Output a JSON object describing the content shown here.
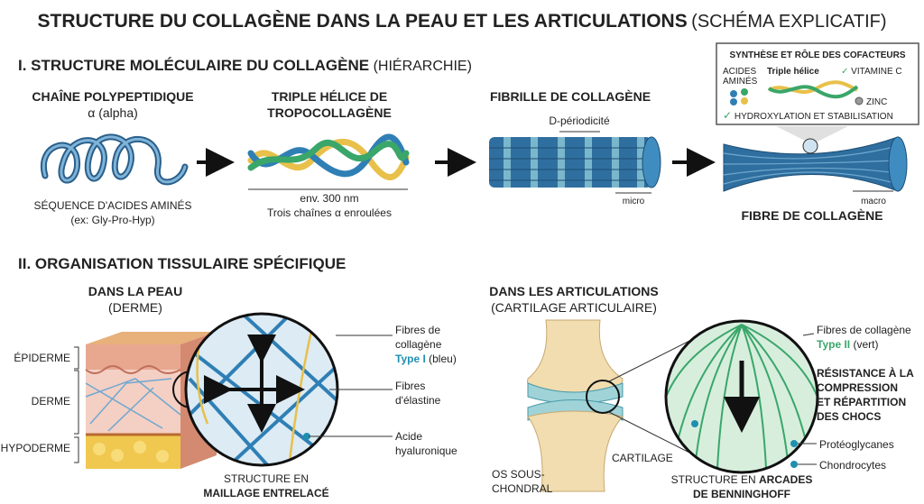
{
  "title": {
    "main": "STRUCTURE DU COLLAGÈNE DANS LA PEAU ET LES ARTICULATIONS",
    "suffix": "(SCHÉMA EXPLICATIF)"
  },
  "section1": {
    "heading": "I. STRUCTURE MOLÉCULAIRE DU COLLAGÈNE",
    "heading_suffix": "(HIÉRARCHIE)",
    "chain": {
      "title1": "CHAÎNE POLYPEPTIDIQUE",
      "title2": "α (alpha)",
      "caption1": "SÉQUENCE D'ACIDES AMINÉS",
      "caption2": "(ex: Gly-Pro-Hyp)"
    },
    "helix": {
      "title1": "TRIPLE HÉLICE DE",
      "title2": "TROPOCOLLAGÈNE",
      "length": "env. 300 nm",
      "caption": "Trois chaînes α enroulées"
    },
    "fibril": {
      "title": "FIBRILLE DE COLLAGÈNE",
      "period": "D-périodicité",
      "scale": "micro"
    },
    "fiber": {
      "title": "FIBRE DE COLLAGÈNE",
      "scale": "macro"
    },
    "cofactors": {
      "title": "SYNTHÈSE ET RÔLE DES COFACTEURS",
      "amino1": "ACIDES",
      "amino2": "AMINÉS",
      "helix": "Triple hélice",
      "vitc": "VITAMINE C",
      "zinc": "ZINC",
      "result": "HYDROXYLATION ET STABILISATION"
    }
  },
  "section2": {
    "heading": "II. ORGANISATION TISSULAIRE SPÉCIFIQUE",
    "skin": {
      "title1": "DANS LA PEAU",
      "title2": "(DERME)",
      "layers": [
        "ÉPIDERME",
        "DERME",
        "HYPODERME"
      ],
      "label_fibres1": "Fibres de",
      "label_fibres2": "collagène",
      "label_type": "Type I",
      "label_type_suffix": "(bleu)",
      "label_elastin1": "Fibres",
      "label_elastin2": "d'élastine",
      "label_ha1": "Acide",
      "label_ha2": "hyaluronique",
      "caption1": "STRUCTURE EN",
      "caption2": "MAILLAGE ENTRELACÉ"
    },
    "joint": {
      "title1": "DANS LES ARTICULATIONS",
      "title2": "(CARTILAGE ARTICULAIRE)",
      "label_fibres": "Fibres de collagène",
      "label_type": "Type II",
      "label_type_suffix": "(vert)",
      "resistance": [
        "RÉSISTANCE À LA",
        "COMPRESSION",
        "ET RÉPARTITION",
        "DES CHOCS"
      ],
      "proteo": "Protéoglycanes",
      "chondro": "Chondrocytes",
      "bone1": "OS SOUS-",
      "bone2": "CHONDRAL",
      "cartilage": "CARTILAGE",
      "caption1": "STRUCTURE EN",
      "caption_bold": "ARCADES",
      "caption2": "DE BENNINGHOFF"
    }
  },
  "colors": {
    "blue": "#2f7fb5",
    "yellow": "#e8c04a",
    "green": "#3aa66a",
    "teal": "#1f8fb0"
  }
}
